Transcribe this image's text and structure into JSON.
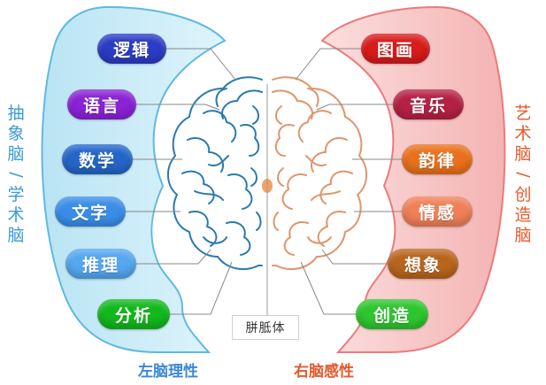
{
  "left": {
    "items": [
      "逻辑",
      "语言",
      "数学",
      "文字",
      "推理",
      "分析"
    ],
    "colors": [
      "#2c3cc4",
      "#8a22d6",
      "#2466c8",
      "#3a8ee8",
      "#54a7f0",
      "#12b81c"
    ],
    "vertical_label": [
      "抽",
      "象",
      "脑",
      "/",
      "学",
      "术",
      "脑"
    ],
    "bottom_label": "左脑理性",
    "label_color": "#3a88d8",
    "panel_color": "#c9ecf7",
    "panel_border": "#5fb9e2"
  },
  "right": {
    "items": [
      "图画",
      "音乐",
      "韵律",
      "情感",
      "想象",
      "创造"
    ],
    "colors": [
      "#d81b1b",
      "#b52144",
      "#e9711b",
      "#ef8057",
      "#b8651d",
      "#2ec62e"
    ],
    "vertical_label": [
      "艺",
      "术",
      "脑",
      "/",
      "创",
      "造",
      "脑"
    ],
    "bottom_label": "右脑感性",
    "label_color": "#e8582c",
    "panel_color": "#f8c8c8",
    "panel_border": "#ee7a7a"
  },
  "center": {
    "callosum_label": "胼胝体"
  }
}
